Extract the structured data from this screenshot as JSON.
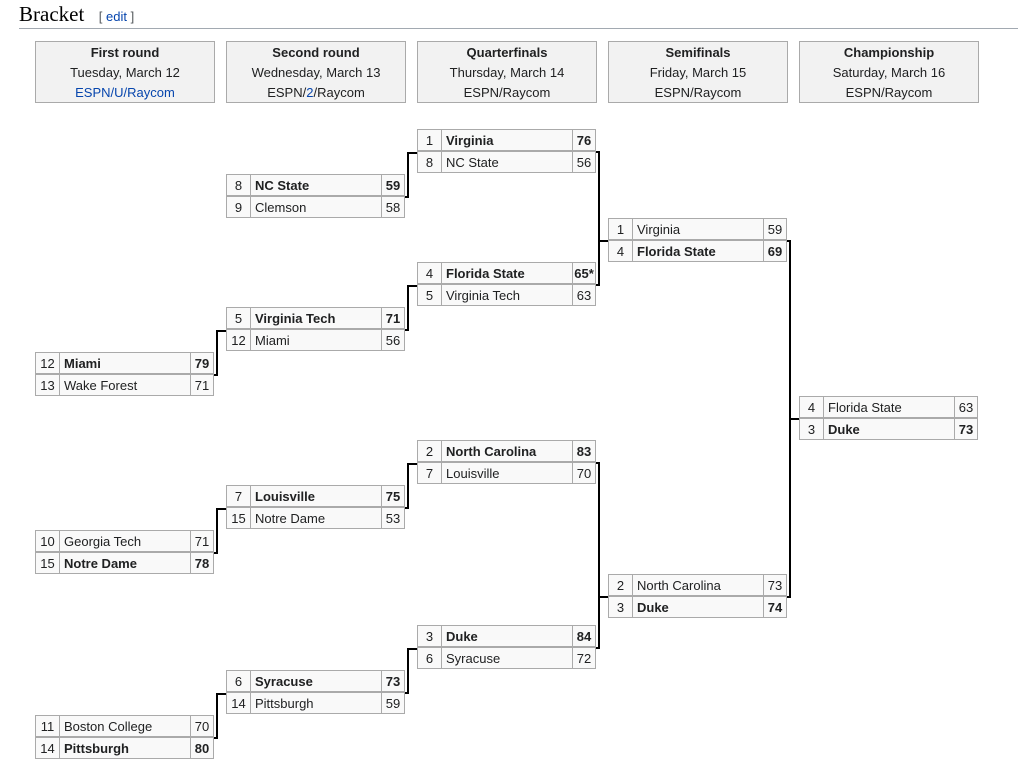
{
  "section": {
    "title": "Bracket",
    "edit_open": "[",
    "edit_label": "edit",
    "edit_close": "]"
  },
  "rounds": [
    {
      "name": "First round",
      "date": "Tuesday, March 12",
      "tv": [
        "ESPN",
        "U",
        "Raycom"
      ],
      "tv_links": true
    },
    {
      "name": "Second round",
      "date": "Wednesday, March 13",
      "tv": [
        "ESPN",
        "2",
        "Raycom"
      ],
      "tv_links": false
    },
    {
      "name": "Quarterfinals",
      "date": "Thursday, March 14",
      "tv_text": "ESPN/Raycom"
    },
    {
      "name": "Semifinals",
      "date": "Friday, March 15",
      "tv_text": "ESPN/Raycom"
    },
    {
      "name": "Championship",
      "date": "Saturday, March 16",
      "tv_text": "ESPN/Raycom"
    }
  ],
  "games": {
    "r1": [
      {
        "teams": [
          {
            "seed": "12",
            "name": "Miami",
            "score": "79",
            "win": true
          },
          {
            "seed": "13",
            "name": "Wake Forest",
            "score": "71",
            "win": false
          }
        ]
      },
      {
        "teams": [
          {
            "seed": "10",
            "name": "Georgia Tech",
            "score": "71",
            "win": false
          },
          {
            "seed": "15",
            "name": "Notre Dame",
            "score": "78",
            "win": true
          }
        ]
      },
      {
        "teams": [
          {
            "seed": "11",
            "name": "Boston College",
            "score": "70",
            "win": false
          },
          {
            "seed": "14",
            "name": "Pittsburgh",
            "score": "80",
            "win": true
          }
        ]
      }
    ],
    "r2": [
      {
        "teams": [
          {
            "seed": "8",
            "name": "NC State",
            "score": "59",
            "win": true
          },
          {
            "seed": "9",
            "name": "Clemson",
            "score": "58",
            "win": false
          }
        ]
      },
      {
        "teams": [
          {
            "seed": "5",
            "name": "Virginia Tech",
            "score": "71",
            "win": true
          },
          {
            "seed": "12",
            "name": "Miami",
            "score": "56",
            "win": false
          }
        ]
      },
      {
        "teams": [
          {
            "seed": "7",
            "name": "Louisville",
            "score": "75",
            "win": true
          },
          {
            "seed": "15",
            "name": "Notre Dame",
            "score": "53",
            "win": false
          }
        ]
      },
      {
        "teams": [
          {
            "seed": "6",
            "name": "Syracuse",
            "score": "73",
            "win": true
          },
          {
            "seed": "14",
            "name": "Pittsburgh",
            "score": "59",
            "win": false
          }
        ]
      }
    ],
    "qf": [
      {
        "teams": [
          {
            "seed": "1",
            "name": "Virginia",
            "score": "76",
            "win": true
          },
          {
            "seed": "8",
            "name": "NC State",
            "score": "56",
            "win": false
          }
        ]
      },
      {
        "teams": [
          {
            "seed": "4",
            "name": "Florida State",
            "score": "65*",
            "win": true
          },
          {
            "seed": "5",
            "name": "Virginia Tech",
            "score": "63",
            "win": false
          }
        ]
      },
      {
        "teams": [
          {
            "seed": "2",
            "name": "North Carolina",
            "score": "83",
            "win": true
          },
          {
            "seed": "7",
            "name": "Louisville",
            "score": "70",
            "win": false
          }
        ]
      },
      {
        "teams": [
          {
            "seed": "3",
            "name": "Duke",
            "score": "84",
            "win": true
          },
          {
            "seed": "6",
            "name": "Syracuse",
            "score": "72",
            "win": false
          }
        ]
      }
    ],
    "sf": [
      {
        "teams": [
          {
            "seed": "1",
            "name": "Virginia",
            "score": "59",
            "win": false
          },
          {
            "seed": "4",
            "name": "Florida State",
            "score": "69",
            "win": true
          }
        ]
      },
      {
        "teams": [
          {
            "seed": "2",
            "name": "North Carolina",
            "score": "73",
            "win": false
          },
          {
            "seed": "3",
            "name": "Duke",
            "score": "74",
            "win": true
          }
        ]
      }
    ],
    "final": [
      {
        "teams": [
          {
            "seed": "4",
            "name": "Florida State",
            "score": "63",
            "win": false
          },
          {
            "seed": "3",
            "name": "Duke",
            "score": "73",
            "win": true
          }
        ]
      }
    ]
  }
}
